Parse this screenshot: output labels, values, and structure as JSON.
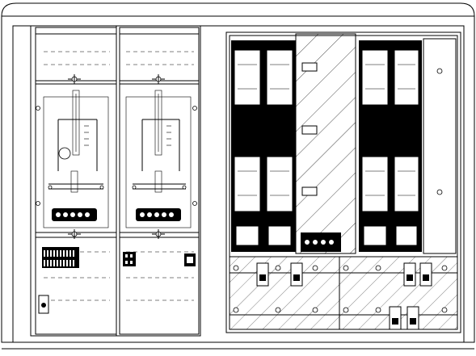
{
  "drawing": {
    "type": "electrical-cabinet-front-elevation",
    "sections": [
      {
        "id": "meter-panel-1",
        "contents": [
          "terminal-strip",
          "meter-board",
          "busbar-terminal-block"
        ]
      },
      {
        "id": "meter-panel-2",
        "contents": [
          "meter-board",
          "busbar-terminal-block",
          "din-devices"
        ]
      },
      {
        "id": "fuse-panel",
        "contents": [
          "nh-fuse-switch-disconnectors",
          "cover-plate",
          "busbar-system"
        ]
      }
    ],
    "fuse_switch_count": 8,
    "colors": {
      "line": "#000000",
      "background": "#ffffff"
    }
  }
}
